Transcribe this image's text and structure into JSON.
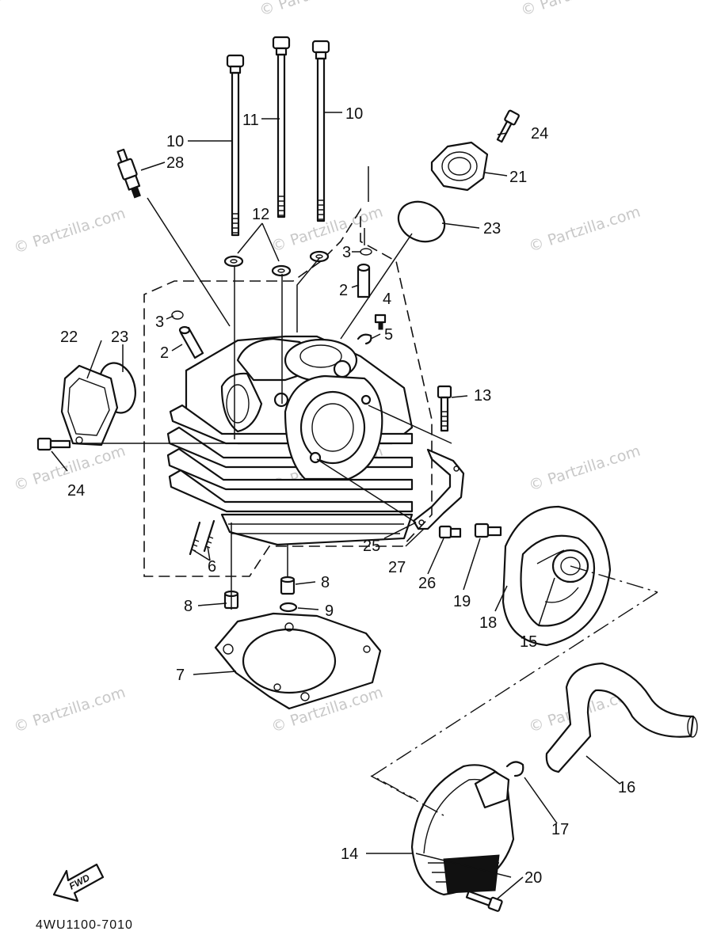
{
  "watermark": {
    "text": "© Partzilla.com"
  },
  "diagram_code": "4WU1100-7010",
  "fwd_label": "FWD",
  "callouts": {
    "c2a": "2",
    "c2b": "2",
    "c3a": "3",
    "c3b": "3",
    "c4": "4",
    "c5": "5",
    "c6": "6",
    "c7": "7",
    "c8a": "8",
    "c8b": "8",
    "c9": "9",
    "c10a": "10",
    "c10b": "10",
    "c11": "11",
    "c12": "12",
    "c13": "13",
    "c14": "14",
    "c15": "15",
    "c16": "16",
    "c17": "17",
    "c18": "18",
    "c19": "19",
    "c20": "20",
    "c21": "21",
    "c22": "22",
    "c23a": "23",
    "c23b": "23",
    "c24a": "24",
    "c24b": "24",
    "c25": "25",
    "c26": "26",
    "c27": "27",
    "c28": "28"
  }
}
